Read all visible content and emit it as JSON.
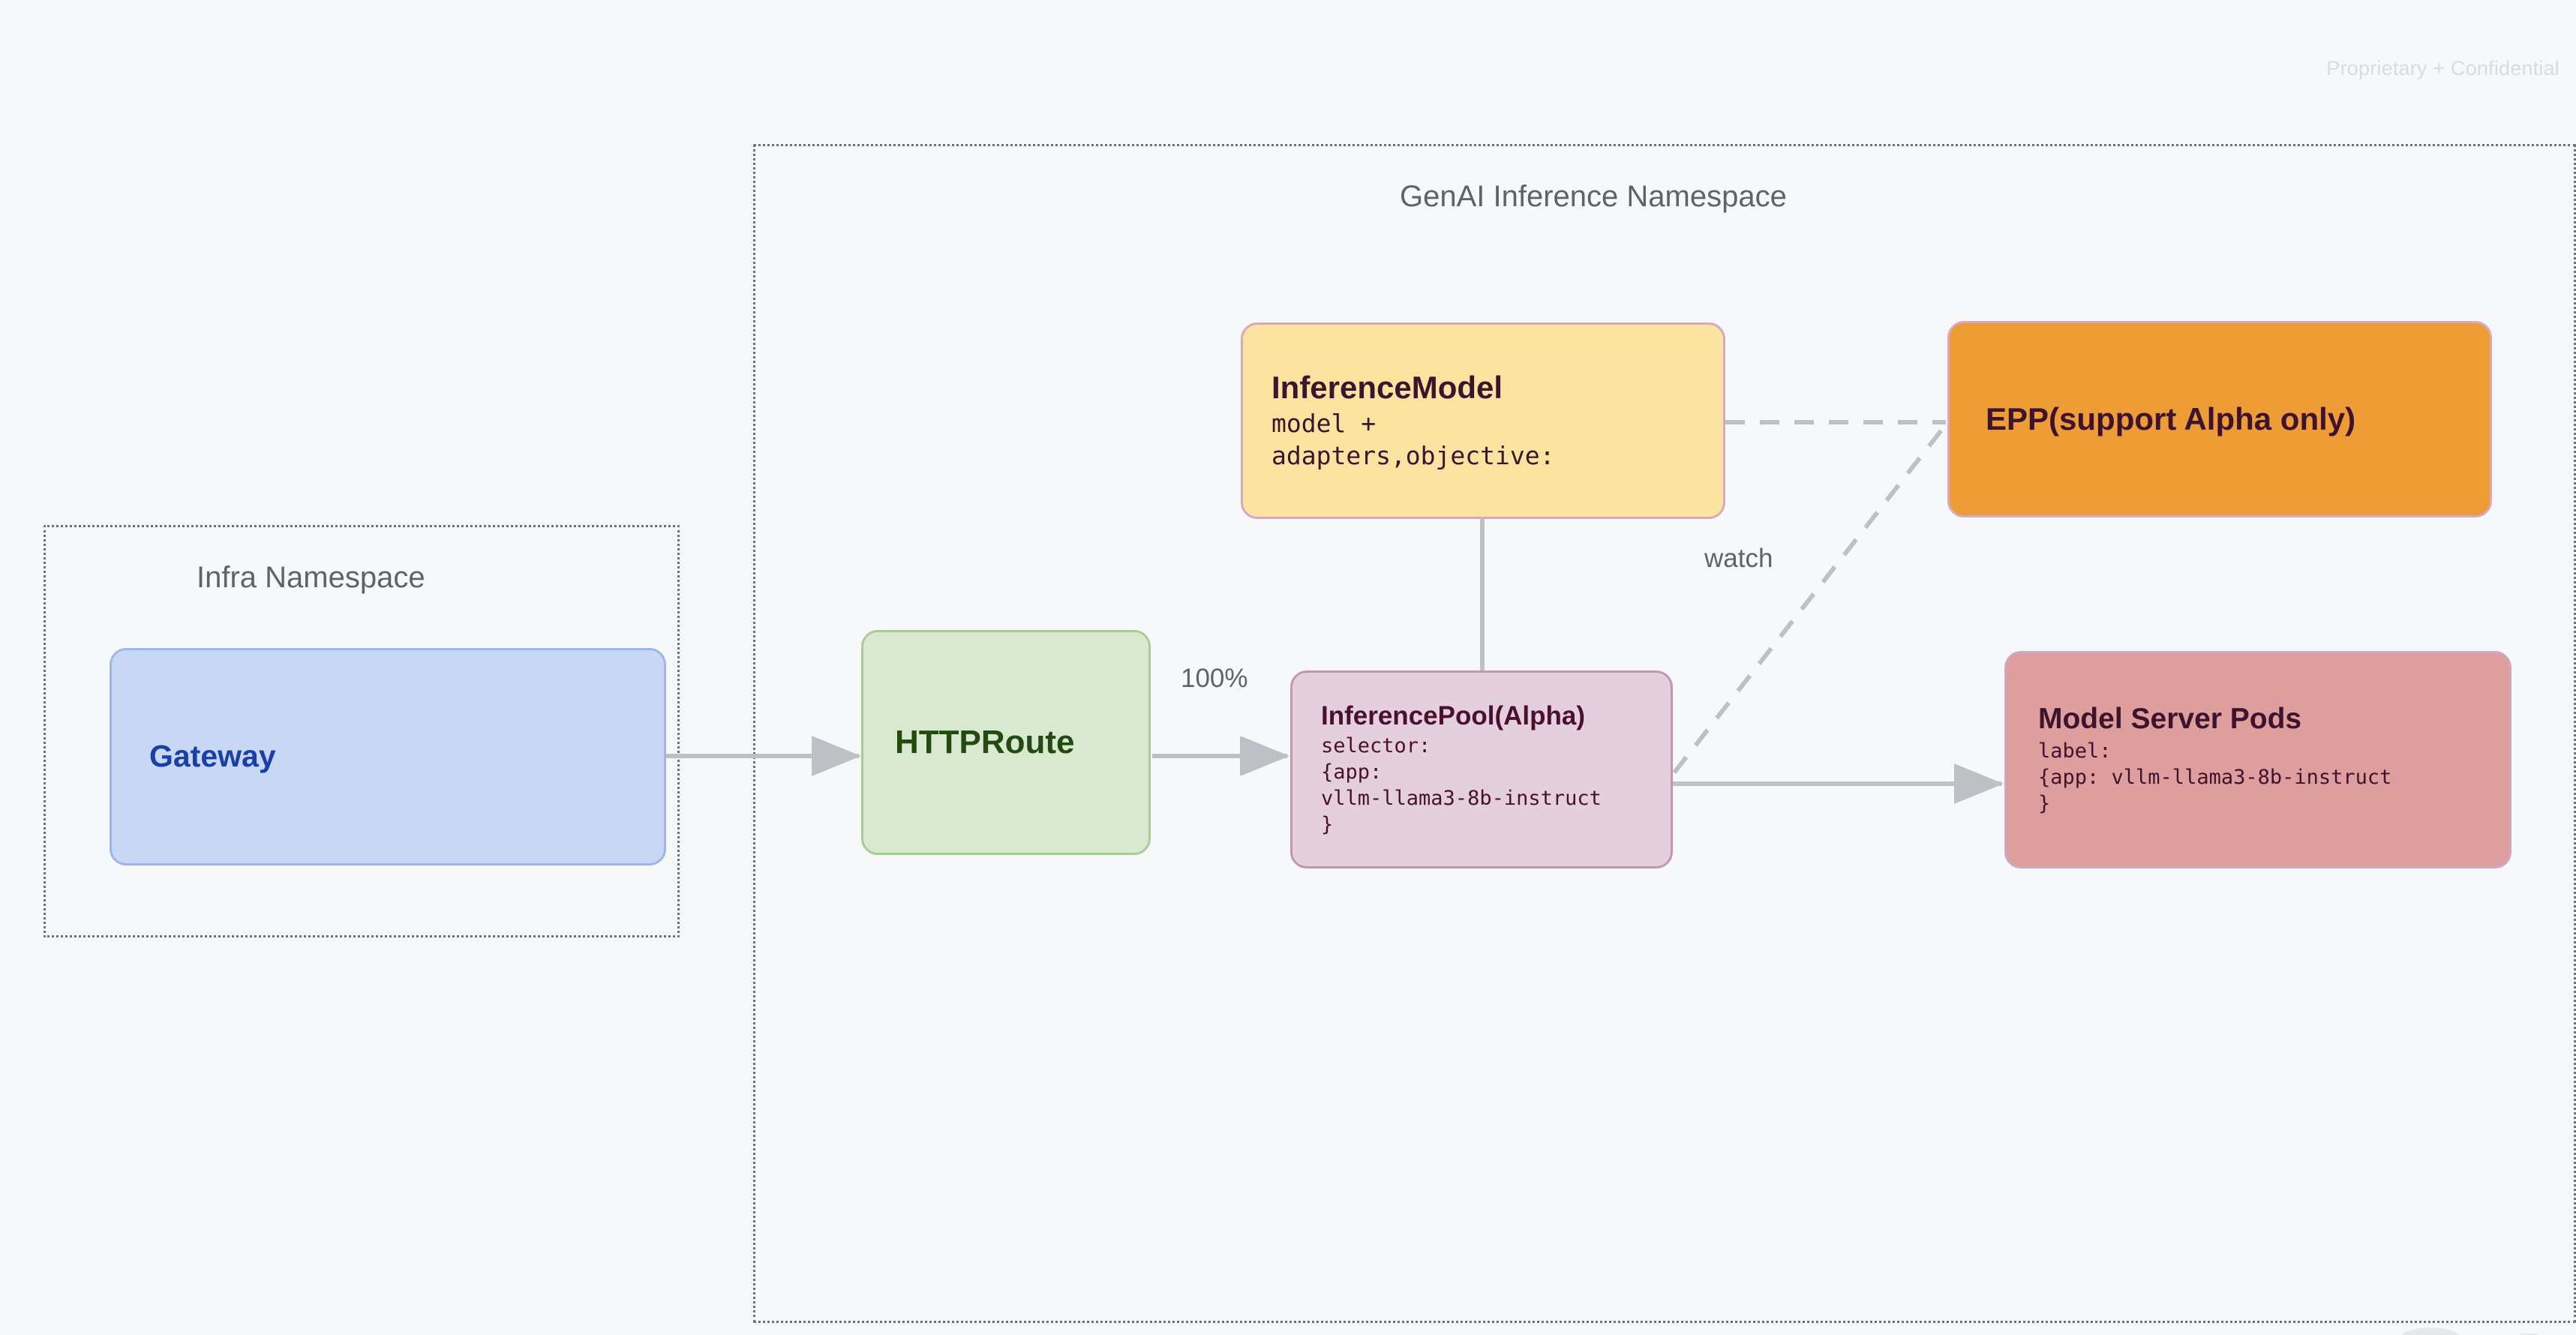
{
  "watermark": "Proprietary + Confidential",
  "namespaces": [
    {
      "id": "infra",
      "label": "Infra Namespace"
    },
    {
      "id": "genai",
      "label": "GenAI Inference Namespace"
    }
  ],
  "nodes": {
    "gateway": {
      "title": "Gateway",
      "body": ""
    },
    "httproute": {
      "title": "HTTPRoute",
      "body": ""
    },
    "inferencemodel": {
      "title": "InferenceModel",
      "body": "model +\nadapters,objective:"
    },
    "inferencepool": {
      "title": "InferencePool(Alpha)",
      "body": "selector:\n{app:\nvllm-llama3-8b-instruct\n}"
    },
    "epp": {
      "title": "EPP(support Alpha only)",
      "body": ""
    },
    "modelserverpods": {
      "title": "Model Server Pods",
      "body": "label:\n{app: vllm-llama3-8b-instruct\n}"
    }
  },
  "edges": [
    {
      "id": "gateway-to-httproute",
      "label": "",
      "style": "solid-arrow"
    },
    {
      "id": "httproute-to-inferencepool",
      "label": "100%",
      "style": "solid-arrow"
    },
    {
      "id": "inferencemodel-to-inferencepool",
      "label": "",
      "style": "solid-line"
    },
    {
      "id": "inferencepool-to-modelserverpods",
      "label": "",
      "style": "solid-arrow"
    },
    {
      "id": "inferencemodel-to-epp",
      "label": "",
      "style": "dashed"
    },
    {
      "id": "inferencepool-to-epp",
      "label": "watch",
      "style": "dashed"
    }
  ],
  "colors": {
    "background": "#F7F8FA",
    "gateway_fill": "#C8D7F4",
    "gateway_text": "#1B3FA8",
    "httproute_fill": "#D9E9CF",
    "httproute_text": "#224A11",
    "inferencemodel_fill": "#FBE49F",
    "inferencepool_fill": "#E3D0DC",
    "epp_fill": "#EE9C36",
    "modelserverpods_fill": "#DF9E9E",
    "dark_maroon_text": "#3E132E",
    "namespace_border": "#6E7278",
    "namespace_label": "#5F6368",
    "connector": "#BDC1C6"
  }
}
